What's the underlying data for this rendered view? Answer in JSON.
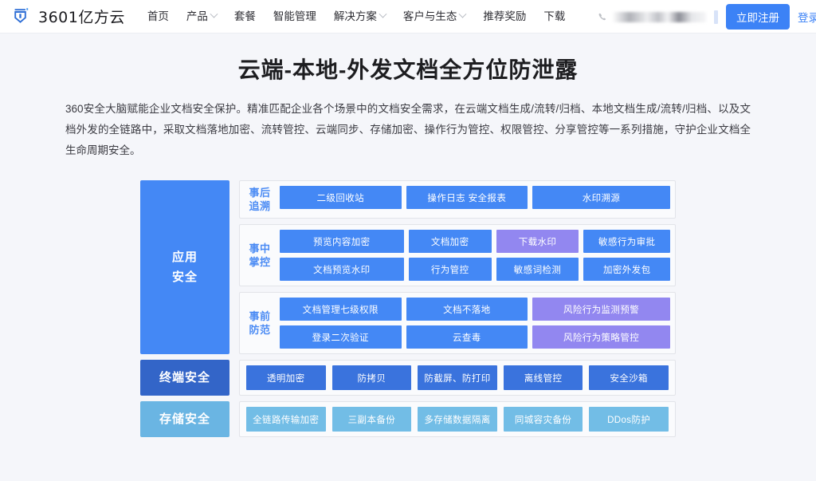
{
  "header": {
    "brand": {
      "name": "3601亿方云",
      "logo_icon": "shield-logo-icon"
    },
    "nav": [
      {
        "label": "首页",
        "has_dropdown": false
      },
      {
        "label": "产品",
        "has_dropdown": true
      },
      {
        "label": "套餐",
        "has_dropdown": false
      },
      {
        "label": "智能管理",
        "has_dropdown": false
      },
      {
        "label": "解决方案",
        "has_dropdown": true
      },
      {
        "label": "客户与生态",
        "has_dropdown": true
      },
      {
        "label": "推荐奖励",
        "has_dropdown": false
      },
      {
        "label": "下载",
        "has_dropdown": false
      }
    ],
    "phone_icon": "phone-icon",
    "phone_value": "",
    "register_label": "立即注册",
    "login_label": "登录",
    "accent_color": "#3c82f6"
  },
  "hero": {
    "title": "云端-本地-外发文档全方位防泄露",
    "description": "360安全大脑赋能企业文档安全保护。精准匹配企业各个场景中的文档安全需求，在云端文档生成/流转/归档、本地文档生成/流转/归档、以及文档外发的全链路中，采取文档落地加密、流转管控、云端同步、存储加密、操作行为管控、权限管控、分享管控等一系列措施，守护企业文档全生命周期安全。"
  },
  "diagram": {
    "colors": {
      "blue": "#4488f5",
      "purple": "#9287f0",
      "dark_blue": "#3a73dd",
      "light_blue": "#72bde6",
      "group_label_text": "#4b8bf4"
    },
    "layers": [
      {
        "label": "应用\n安全",
        "label_line1": "应用",
        "label_line2": "安全",
        "label_color": "#4488f5",
        "groups": [
          {
            "label_line1": "事后",
            "label_line2": "追溯",
            "rows": [
              [
                {
                  "label": "二级回收站",
                  "color": "blue",
                  "flex": 3
                },
                {
                  "label": "操作日志  安全报表",
                  "color": "blue",
                  "flex": 3
                },
                {
                  "label": "水印溯源",
                  "color": "blue",
                  "flex": 3.4
                }
              ]
            ]
          },
          {
            "label_line1": "事中",
            "label_line2": "掌控",
            "rows": [
              [
                {
                  "label": "预览内容加密",
                  "color": "blue",
                  "flex": 3.3
                },
                {
                  "label": "文档加密",
                  "color": "blue",
                  "flex": 2.2
                },
                {
                  "label": "下载水印",
                  "color": "purple",
                  "flex": 2.2
                },
                {
                  "label": "敏感行为审批",
                  "color": "blue",
                  "flex": 2.3
                }
              ],
              [
                {
                  "label": "文档预览水印",
                  "color": "blue",
                  "flex": 3.3
                },
                {
                  "label": "行为管控",
                  "color": "blue",
                  "flex": 2.2
                },
                {
                  "label": "敏感词检测",
                  "color": "blue",
                  "flex": 2.2
                },
                {
                  "label": "加密外发包",
                  "color": "blue",
                  "flex": 2.3
                }
              ]
            ]
          },
          {
            "label_line1": "事前",
            "label_line2": "防范",
            "rows": [
              [
                {
                  "label": "文档管理七级权限",
                  "color": "blue",
                  "flex": 3
                },
                {
                  "label": "文档不落地",
                  "color": "blue",
                  "flex": 3
                },
                {
                  "label": "风险行为监测预警",
                  "color": "purple",
                  "flex": 3.4
                }
              ],
              [
                {
                  "label": "登录二次验证",
                  "color": "blue",
                  "flex": 3
                },
                {
                  "label": "云查毒",
                  "color": "blue",
                  "flex": 3
                },
                {
                  "label": "风险行为策略管控",
                  "color": "purple",
                  "flex": 3.4
                }
              ]
            ]
          }
        ]
      },
      {
        "label_line1": "终端安全",
        "label_line2": "",
        "label_color": "#3365c8",
        "flat": [
          {
            "label": "透明加密",
            "color": "dblue"
          },
          {
            "label": "防拷贝",
            "color": "dblue"
          },
          {
            "label": "防截屏、防打印",
            "color": "dblue"
          },
          {
            "label": "离线管控",
            "color": "dblue"
          },
          {
            "label": "安全沙箱",
            "color": "dblue"
          }
        ]
      },
      {
        "label_line1": "存储安全",
        "label_line2": "",
        "label_color": "#6ab5e3",
        "flat": [
          {
            "label": "全链路传输加密",
            "color": "lblue"
          },
          {
            "label": "三副本备份",
            "color": "lblue"
          },
          {
            "label": "多存储数据隔离",
            "color": "lblue"
          },
          {
            "label": "同城容灾备份",
            "color": "lblue"
          },
          {
            "label": "DDos防护",
            "color": "lblue"
          }
        ]
      }
    ]
  }
}
